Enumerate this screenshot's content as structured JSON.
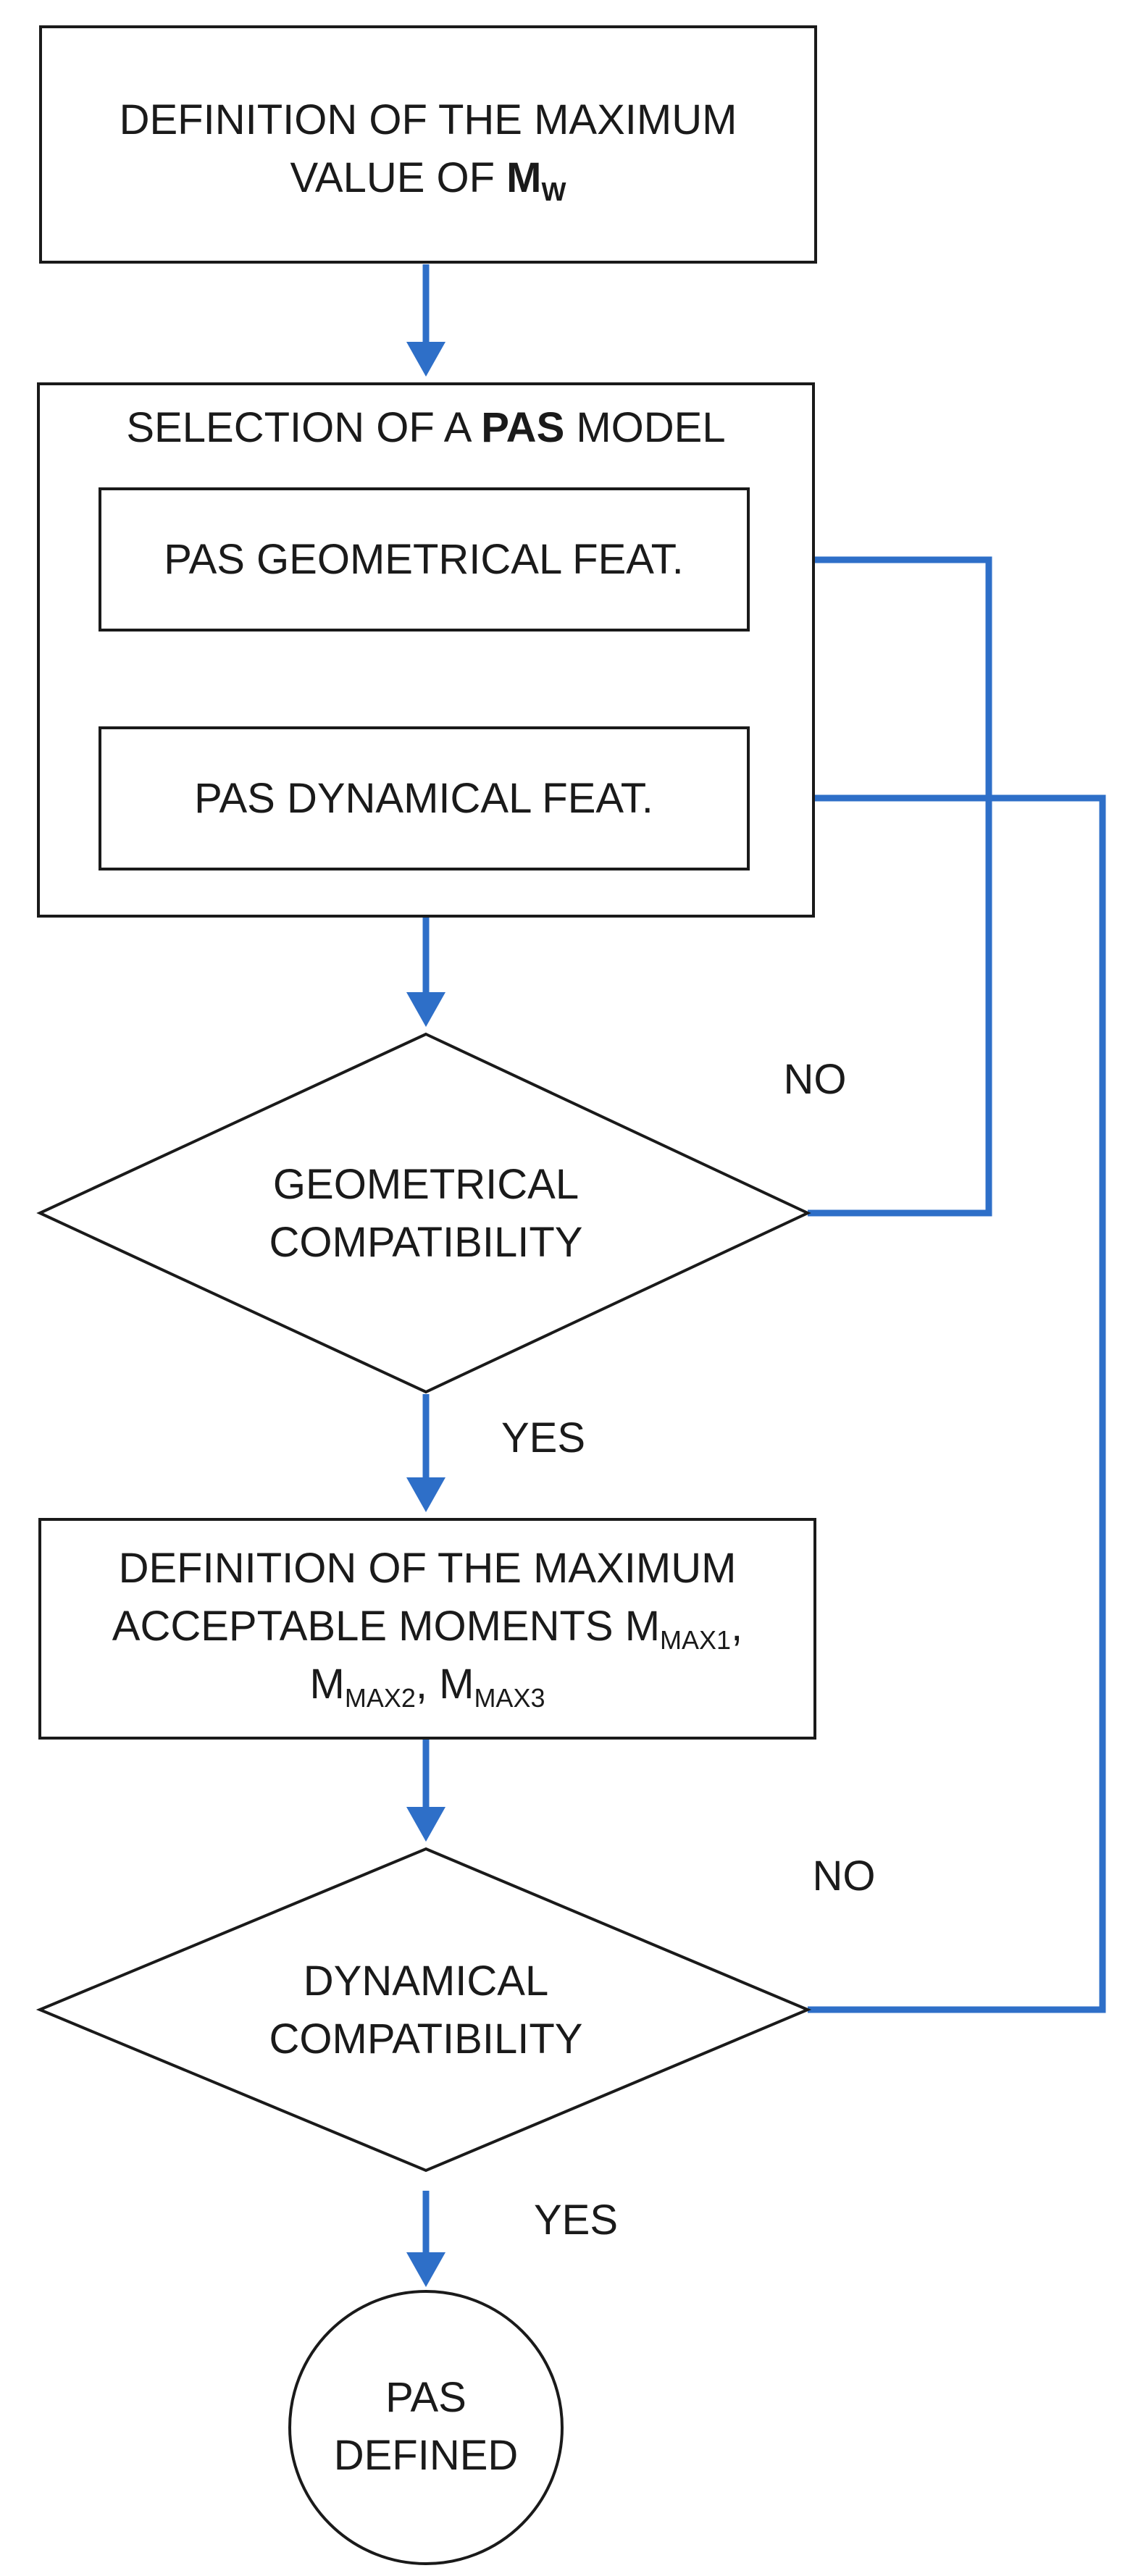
{
  "nodes": {
    "start": {
      "line1": "DEFINITION OF THE MAXIMUM",
      "line2_prefix": "VALUE OF ",
      "line2_M": "M",
      "line2_sub": "W"
    },
    "selection": {
      "title_prefix": "SELECTION OF A ",
      "title_bold": "PAS",
      "title_suffix": " MODEL",
      "geometrical_feat": "PAS GEOMETRICAL FEAT.",
      "dynamical_feat": "PAS DYNAMICAL FEAT."
    },
    "geometric_check": {
      "line1": "GEOMETRICAL",
      "line2": "COMPATIBILITY"
    },
    "moments": {
      "line1": "DEFINITION OF THE MAXIMUM",
      "line2_prefix": "ACCEPTABLE MOMENTS M",
      "line2_sub": "MAX1",
      "line2_suffix": ",",
      "line3_m1": "M",
      "line3_sub1": "MAX2",
      "line3_mid": ", M",
      "line3_sub2": "MAX3"
    },
    "dynamic_check": {
      "line1": "DYNAMICAL",
      "line2": "COMPATIBILITY"
    },
    "end": {
      "line1": "PAS",
      "line2": "DEFINED"
    }
  },
  "edge_labels": {
    "geo_no": "NO",
    "geo_yes": "YES",
    "dyn_no": "NO",
    "dyn_yes": "YES"
  },
  "colors": {
    "connector": "#2e6fc8",
    "outline": "#1a1a1a",
    "background": "#ffffff"
  }
}
